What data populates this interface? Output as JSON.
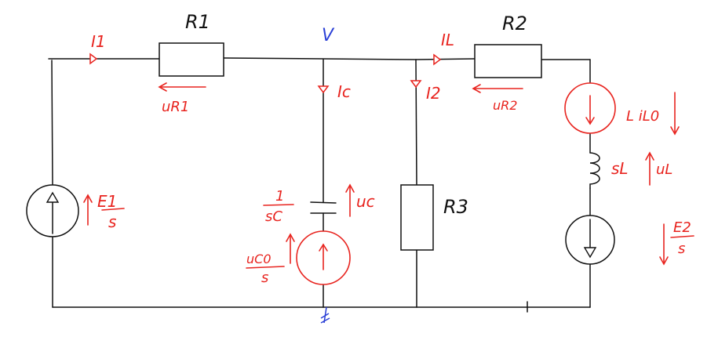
{
  "colors": {
    "wire": "#111111",
    "annotation": "#e8241f",
    "node": "#2a3fd6"
  },
  "labels": {
    "r1": "R1",
    "r2": "R2",
    "r3": "R3",
    "node_v": "V",
    "i1": "I1",
    "il": "IL",
    "ic": "Ic",
    "i2": "I2",
    "ur1": "uR1",
    "ur2": "uR2",
    "e1_num": "E1",
    "e1_den": "s",
    "c_num": "1",
    "c_den": "sC",
    "uc": "uc",
    "uc0_num": "uC0",
    "uc0_den": "s",
    "l_il0": "L iL0",
    "sl": "sL",
    "ul": "uL",
    "e2_num": "E2",
    "e2_den": "s"
  }
}
